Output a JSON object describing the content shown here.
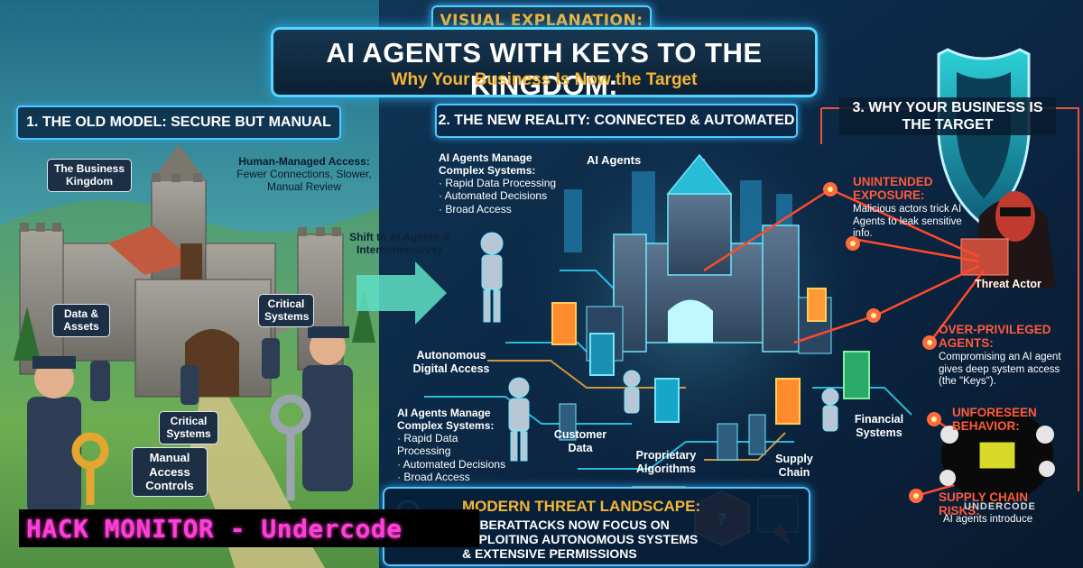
{
  "header": {
    "kicker": "VISUAL EXPLANATION:",
    "title": "AI AGENTS WITH KEYS TO THE KINGDOM:",
    "subtitle": "Why Your Business Is Now the Target"
  },
  "section1": {
    "heading": "1. THE OLD MODEL: SECURE BUT MANUAL",
    "labels": {
      "business_kingdom": "The Business Kingdom",
      "human_access_title": "Human-Managed Access:",
      "human_access_body": "Fewer Connections, Slower, Manual Review",
      "data_assets": "Data & Assets",
      "critical_systems_top": "Critical Systems",
      "critical_systems_bottom": "Critical Systems",
      "manual_access": "Manual Access Controls"
    }
  },
  "transition": {
    "label": "Shift to AI Agents & Interconnectivity"
  },
  "section2": {
    "heading": "2. THE NEW REALITY: CONNECTED & AUTOMATED",
    "labels": {
      "ai_manage_top_title": "AI Agents Manage Complex Systems:",
      "ai_manage_top_items": [
        "Rapid Data Processing",
        "Automated Decisions",
        "Broad Access"
      ],
      "ai_agents": "AI Agents",
      "autonomous_access": "Autonomous Digital Access",
      "ai_manage_bottom_title": "AI Agents Manage Complex Systems:",
      "ai_manage_bottom_items": [
        "Rapid Data Processing",
        "Automated Decisions",
        "Broad Access"
      ],
      "customer_data": "Customer Data",
      "proprietary": "Proprietary Algorithms",
      "supply_chain": "Supply Chain",
      "financial": "Financial Systems"
    }
  },
  "section3": {
    "heading": "3. WHY YOUR BUSINESS IS THE TARGET",
    "threat_actor": "Threat Actor",
    "risks": [
      {
        "title": "UNINTENDED EXPOSURE:",
        "body": "Malicious actors trick AI Agents to leak sensitive info."
      },
      {
        "title": "OVER-PRIVILEGED AGENTS:",
        "body": "Compromising an AI agent gives deep system access (the \"Keys\")."
      },
      {
        "title": "UNFORESEEN BEHAVIOR:",
        "body": ""
      },
      {
        "title": "SUPPLY CHAIN RISKS:",
        "body": "AI agents introduce"
      }
    ]
  },
  "threat_landscape": {
    "title": "MODERN THREAT LANDSCAPE:",
    "line1": "CYBERATTACKS NOW FOCUS ON",
    "line2": "EXPLOITING AUTONOMOUS SYSTEMS",
    "line3": "& EXTENSIVE PERMISSIONS"
  },
  "watermark": {
    "text": "HACK MONITOR - Undercode",
    "logo_text": "UNDERCODE"
  },
  "colors": {
    "accent_cyan": "#51c8ff",
    "accent_gold": "#f6b535",
    "risk_red": "#ff5a3c",
    "watermark_magenta": "#ff3fd8"
  }
}
